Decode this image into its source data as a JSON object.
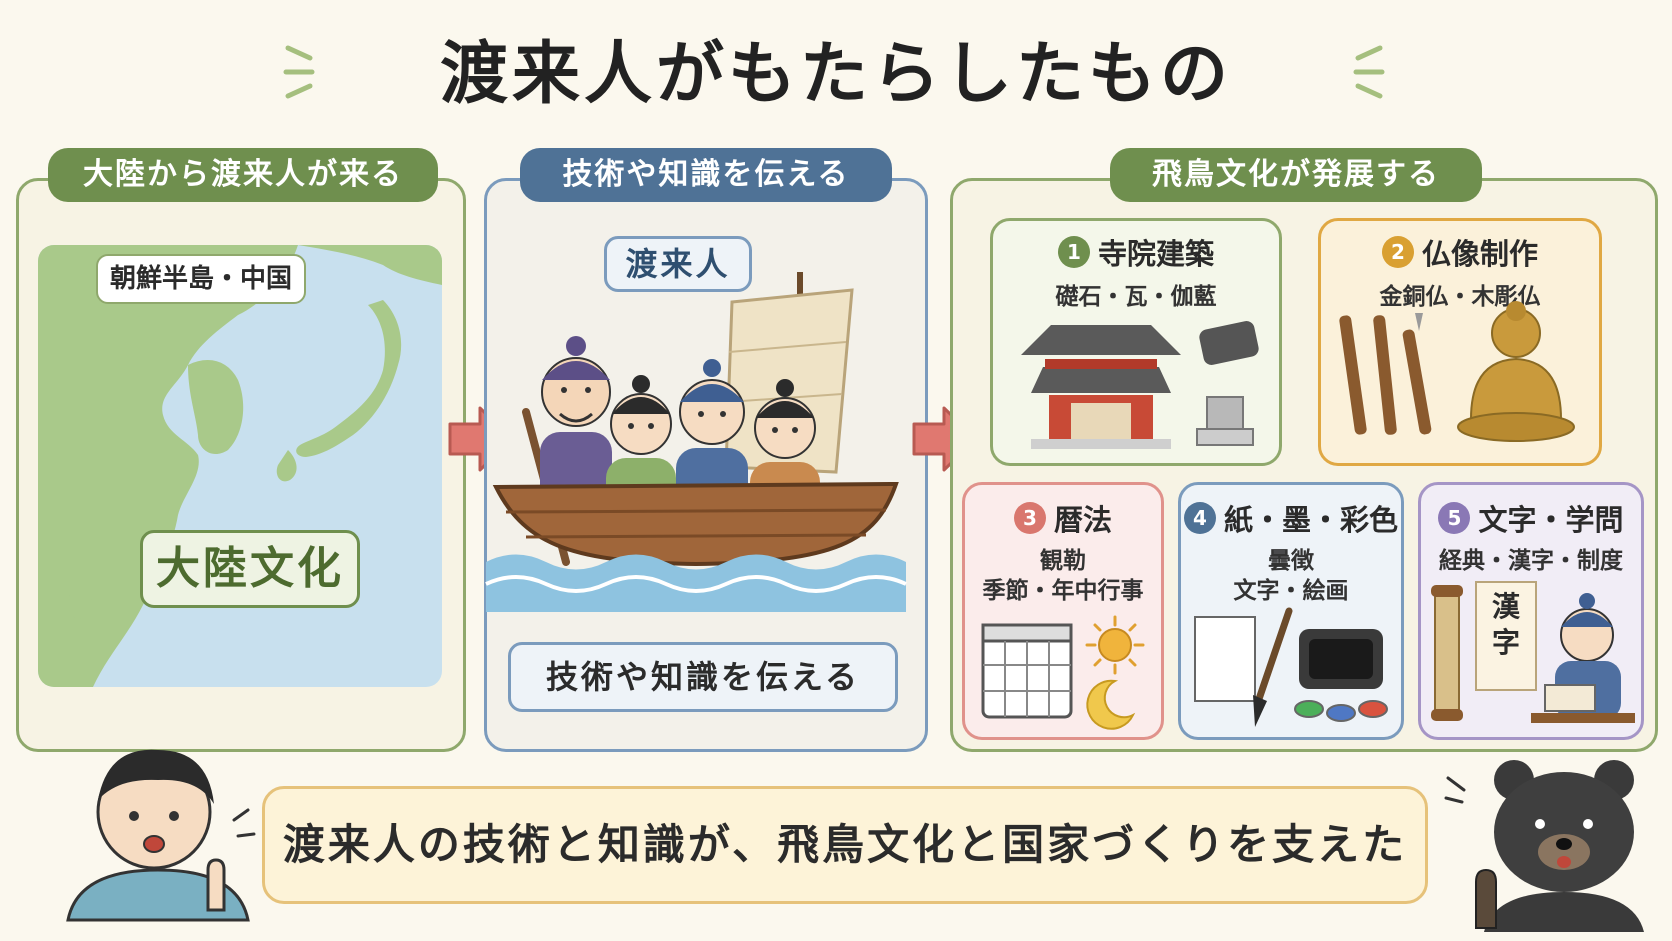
{
  "title": "渡来人がもたらしたもの",
  "panel1": {
    "header": "大陸から渡来人が来る",
    "map_label": "朝鮮半島・中国",
    "culture_label": "大陸文化"
  },
  "panel2": {
    "header": "技術や知識を伝える",
    "people_label": "渡来人",
    "bottom_label": "技術や知識を伝える"
  },
  "panel3": {
    "header": "飛鳥文化が発展する",
    "cards": [
      {
        "num": "1",
        "title": "寺院建築",
        "sub1": "礎石・瓦・伽藍",
        "sub2": "",
        "color": "#6f8f4e"
      },
      {
        "num": "2",
        "title": "仏像制作",
        "sub1": "金銅仏・木彫仏",
        "sub2": "",
        "color": "#d9a032"
      },
      {
        "num": "3",
        "title": "暦法",
        "sub1": "観勒",
        "sub2": "季節・年中行事",
        "color": "#d9776e"
      },
      {
        "num": "4",
        "title": "紙・墨・彩色",
        "sub1": "曇徴",
        "sub2": "文字・絵画",
        "color": "#4f7296"
      },
      {
        "num": "5",
        "title": "文字・学問",
        "sub1": "経典・漢字・制度",
        "sub2": "",
        "color": "#8a78b5"
      }
    ],
    "kanji_scroll": "漢字"
  },
  "summary": "渡来人の技術と知識が、飛鳥文化と国家づくりを支えた",
  "colors": {
    "green": "#6f8f4e",
    "blue": "#4f7296",
    "arrow": "#e07870",
    "sea": "#c8e0ee",
    "land": "#a9c98a"
  }
}
